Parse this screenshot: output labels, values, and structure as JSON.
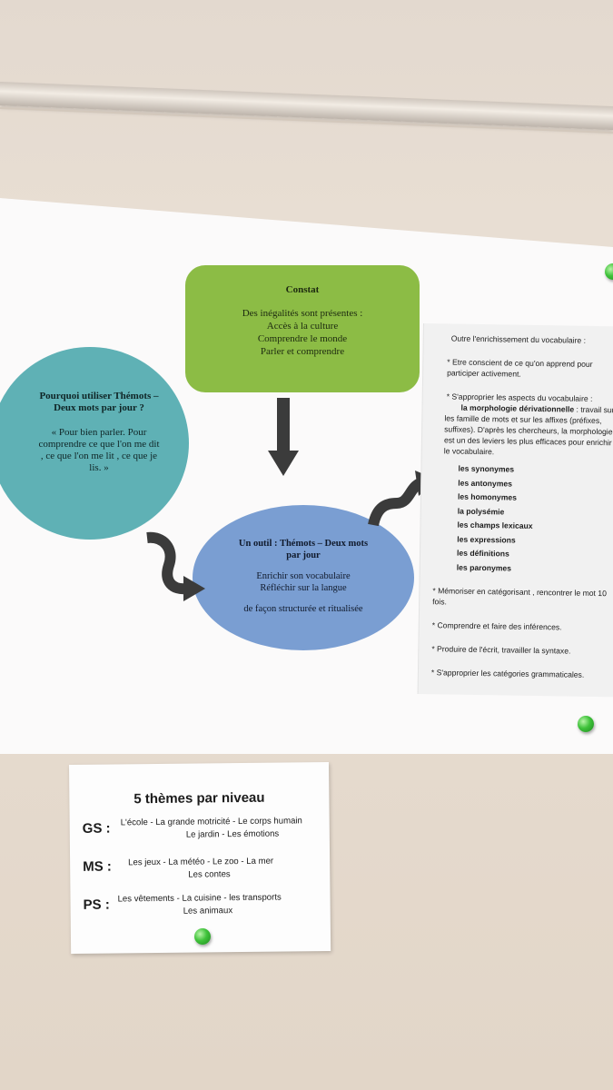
{
  "poster": {
    "constat": {
      "title": "Constat",
      "lines": [
        "Des inégalités sont présentes :",
        "Accès à la culture",
        "Comprendre le monde",
        "Parler et comprendre"
      ]
    },
    "why": {
      "question": "Pourquoi utiliser Thémots – Deux mots par jour ?",
      "quote": "« Pour bien parler. Pour comprendre ce que l'on me dit , ce que l'on me lit , ce que je lis. »"
    },
    "tool": {
      "title": "Un outil : Thémots – Deux mots par jour",
      "line1": "Enrichir son vocabulaire",
      "line2": "Réfléchir sur la langue",
      "line3": "de façon structurée et ritualisée"
    },
    "objectives": {
      "intro": "Outre l'enrichissement du vocabulaire :",
      "item1": "* Etre conscient de ce qu'on apprend pour participer  activement.",
      "item2a": "* S'approprier les aspects du vocabulaire :",
      "item2b_bold": "la morphologie dérivationnelle",
      "item2b_rest": " : travail sur les famille de mots et sur les affixes (préfixes, suffixes). D'après les chercheurs, la morphologie est un des leviers les plus efficaces pour enrichir le vocabulaire.",
      "aspects": [
        "les synonymes",
        "les antonymes",
        "les homonymes",
        "la polysémie",
        "les champs lexicaux",
        "les expressions",
        "les définitions",
        "les paronymes"
      ],
      "item3": "* Mémoriser en catégorisant ,  rencontrer le mot 10 fois.",
      "item4": "* Comprendre et faire des inférences.",
      "item5": "* Produire de l'écrit, travailler la syntaxe.",
      "item6": "* S'approprier les catégories grammaticales."
    }
  },
  "sheet": {
    "title": "5 thèmes par niveau",
    "levels": [
      {
        "code": "GS :",
        "line1": "L'école - La grande motricité - Le corps humain",
        "line2": "Le jardin - Les émotions"
      },
      {
        "code": "MS :",
        "line1": "Les jeux  -  La météo  -  Le zoo  -  La mer",
        "line2": "Les contes"
      },
      {
        "code": "PS :",
        "line1": "Les vêtements  -  La  cuisine  -  les  transports",
        "line2": "Les  animaux"
      }
    ]
  },
  "colors": {
    "constat": "#8cbc45",
    "circle": "#5fb1b5",
    "ellipse": "#7a9ed2",
    "arrow": "#3b3b3b",
    "pin": "#3fc23a"
  },
  "icons": [
    "down-arrow-icon",
    "curved-arrow-icon",
    "push-pin-icon"
  ]
}
